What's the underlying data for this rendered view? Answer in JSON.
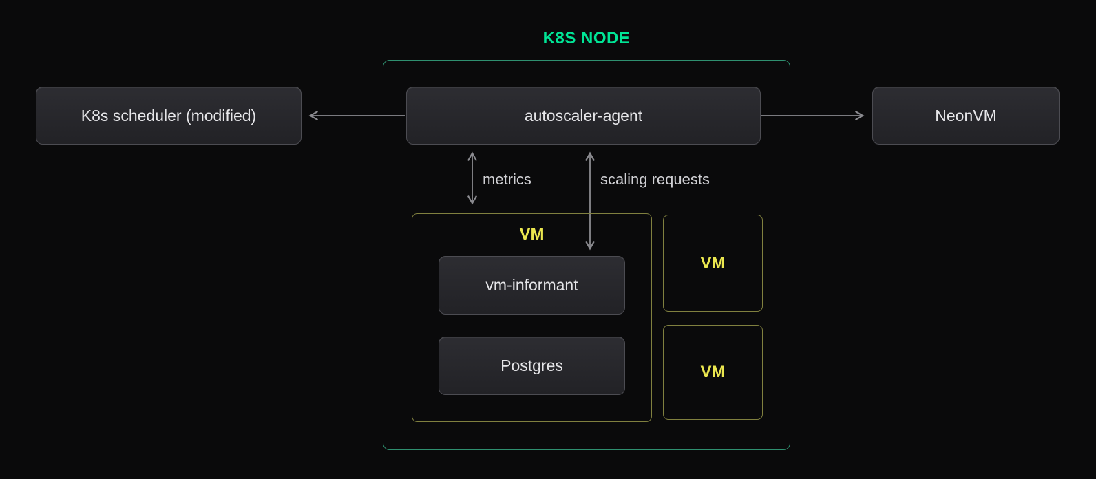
{
  "diagram": {
    "title": "K8S NODE",
    "nodes": {
      "scheduler": "K8s scheduler (modified)",
      "autoscaler": "autoscaler-agent",
      "neonvm": "NeonVM",
      "vm_informant": "vm-informant",
      "postgres": "Postgres"
    },
    "vm_group_label": "VM",
    "vm_box_1_label": "VM",
    "vm_box_2_label": "VM",
    "edge_labels": {
      "metrics": "metrics",
      "scaling": "scaling requests"
    },
    "colors": {
      "background": "#0a0a0b",
      "title_green": "#00e596",
      "container_green_border": "#2f9070",
      "vm_yellow": "#eae64f",
      "vm_olive_border": "#80803f",
      "arrow_gray": "#8b8b90",
      "box_text": "#e6e6e9"
    }
  }
}
